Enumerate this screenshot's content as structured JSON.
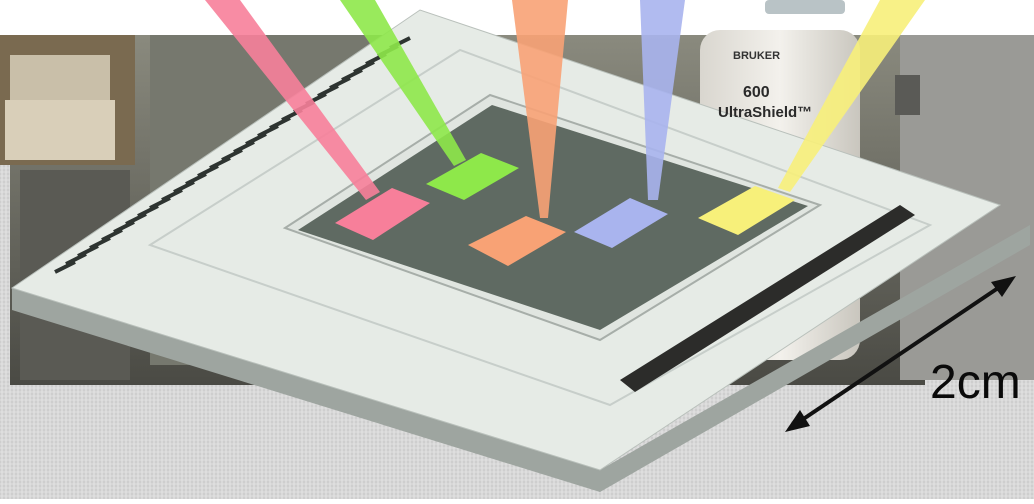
{
  "scale": {
    "label": "2cm"
  },
  "magnet": {
    "brand": "BRUKER",
    "model": "600",
    "series": "UltraShield™"
  },
  "colors": {
    "pink": "#f77f9a",
    "green": "#8ee84a",
    "orange": "#f8a275",
    "blue": "#a9b4ee",
    "yellow": "#f7f07a",
    "slide": "#e6ebe6",
    "chamber": "#5f6a62"
  }
}
